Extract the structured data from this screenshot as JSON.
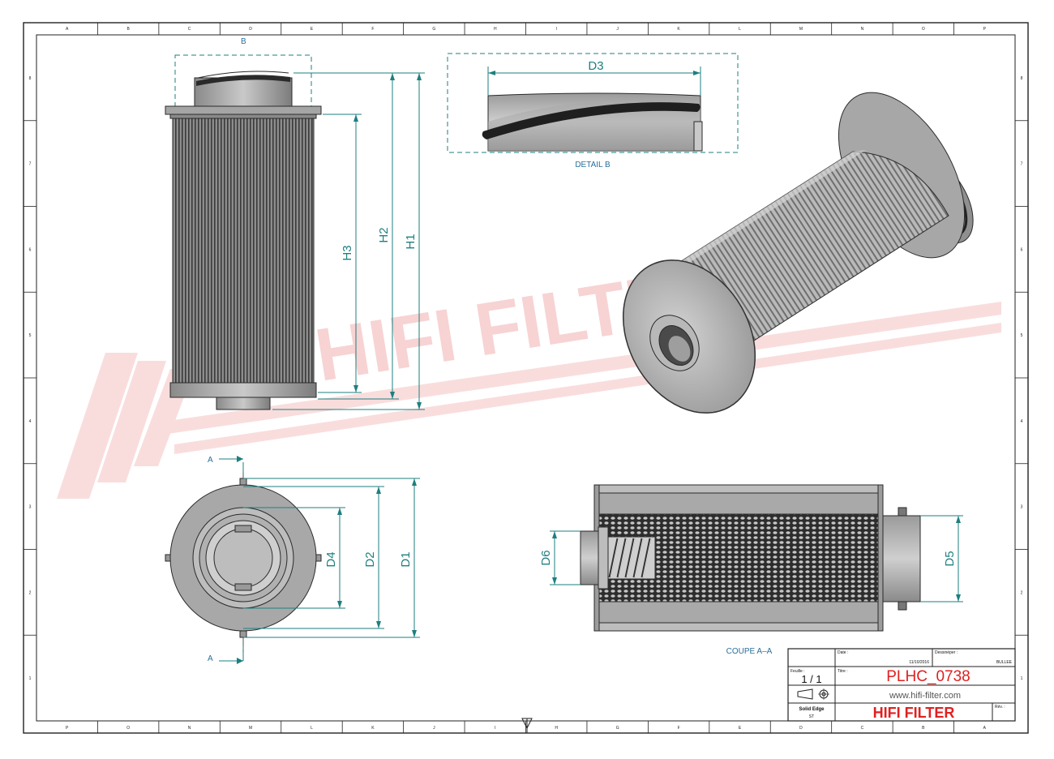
{
  "drawing": {
    "part_number": "PLHC_0738",
    "brand": "HIFI FILTER",
    "website": "www.hifi-filter.com",
    "watermark": "HIFI FILTER",
    "registered_mark": "®"
  },
  "views": {
    "detail_label": "DETAIL B",
    "section_label": "COUPE A–A",
    "detail_ref": "B",
    "section_ref_top": "A",
    "section_ref_bottom": "A"
  },
  "dimensions": {
    "h1": "H1",
    "h2": "H2",
    "h3": "H3",
    "d1": "D1",
    "d2": "D2",
    "d3": "D3",
    "d4": "D4",
    "d5": "D5",
    "d6": "D6"
  },
  "title_block": {
    "date_label": "Date :",
    "date_value": "11/10/2016",
    "designer_label": "Dessinéper :",
    "designer_value": "BULLEE",
    "title_label": "Titre :",
    "sheet_label": "Feuille :",
    "sheet_value": "1 / 1",
    "software": "Solid Edge",
    "software_version": "ST",
    "rev_label": "Rév. :"
  },
  "border": {
    "top": [
      "A",
      "B",
      "C",
      "D",
      "E",
      "F",
      "G",
      "H",
      "I",
      "J",
      "K",
      "L",
      "M",
      "N",
      "O",
      "P"
    ],
    "bottom": [
      "P",
      "O",
      "N",
      "M",
      "L",
      "K",
      "J",
      "I",
      "H",
      "G",
      "F",
      "E",
      "D",
      "C",
      "B",
      "A"
    ],
    "right": [
      "8",
      "7",
      "6",
      "5",
      "4",
      "3",
      "2",
      "1"
    ],
    "left": [
      "8",
      "7",
      "6",
      "5",
      "4",
      "3",
      "2",
      "1"
    ]
  },
  "colors": {
    "dimension": "#1e7f7f",
    "watermark": "#f2b3b3",
    "title_red": "#e02020"
  }
}
